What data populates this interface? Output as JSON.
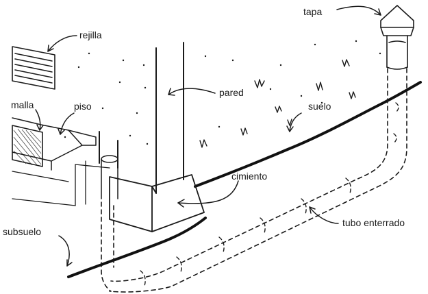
{
  "labels": {
    "tapa": "tapa",
    "rejilla": "rejilla",
    "pared": "pared",
    "malla": "malla",
    "piso": "piso",
    "suelo": "suelo",
    "cimiento": "cimiento",
    "subsuelo": "subsuelo",
    "tubo_enterrado": "tubo enterrado"
  },
  "colors": {
    "ink": "#1a1a1a",
    "background": "#ffffff"
  }
}
